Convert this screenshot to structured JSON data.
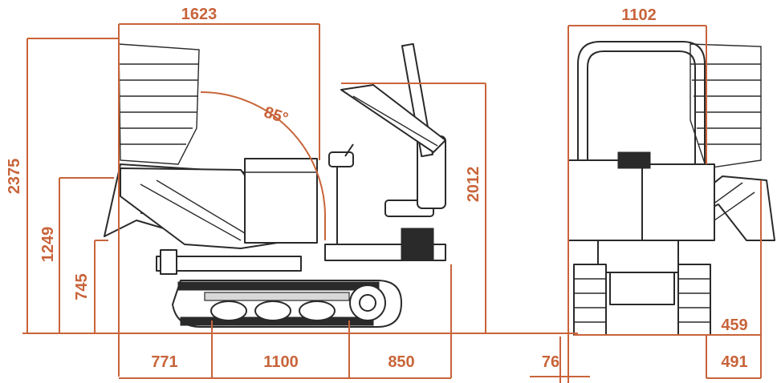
{
  "diagram": {
    "labels": {
      "top_width_side": "1623",
      "top_width_front": "1102",
      "height_total": "2375",
      "height_rops": "2012",
      "height_pivot": "1249",
      "height_dump": "745",
      "angle": "85°",
      "len_rear": "771",
      "len_track": "1100",
      "len_front": "850",
      "gap_front_view": "76",
      "track_width": "459",
      "front_overhang": "491"
    },
    "colors": {
      "dimension": "#c8643a",
      "machine": "#2a2a2a"
    }
  }
}
